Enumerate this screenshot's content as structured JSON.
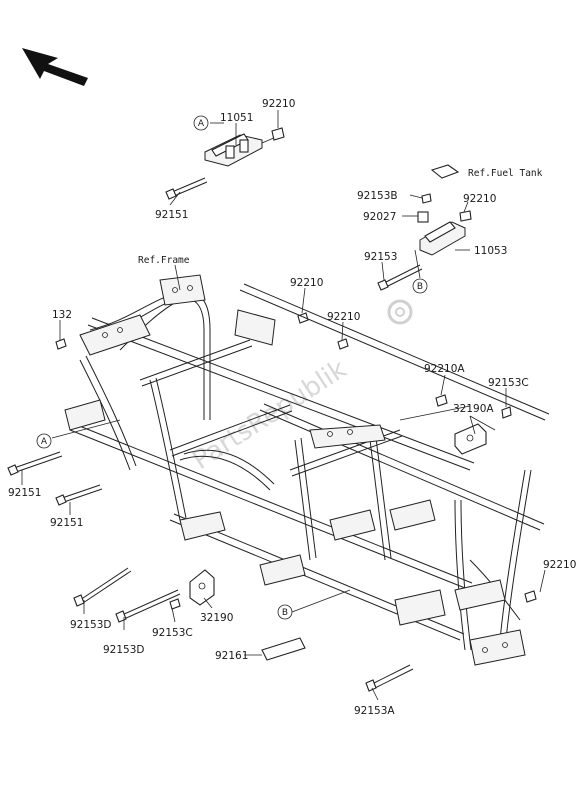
{
  "parts": {
    "p11051": "11051",
    "p92210_top": "92210",
    "p92151_top": "92151",
    "p92153B": "92153B",
    "p92027": "92027",
    "p92210_mid": "92210",
    "p11053": "11053",
    "p92153_mid": "92153",
    "p92210_a": "92210",
    "p92210_b": "92210",
    "p132": "132",
    "p92210A": "92210A",
    "p92153C_r": "92153C",
    "p32190A": "32190A",
    "p92151_l1": "92151",
    "p92151_l2": "92151",
    "p92210_r": "92210",
    "p92153D_1": "92153D",
    "p32190": "32190",
    "p92153C_b": "92153C",
    "p92153D_2": "92153D",
    "p92161": "92161",
    "p92153A": "92153A"
  },
  "refs": {
    "fuel_tank": "Ref.Fuel Tank",
    "frame": "Ref.Frame"
  },
  "markers": {
    "A": "A",
    "B": "B"
  },
  "watermark": "PartsRepublik",
  "colors": {
    "line": "#222222",
    "text": "#1a1a1a",
    "watermark": "#d8d8d8"
  }
}
